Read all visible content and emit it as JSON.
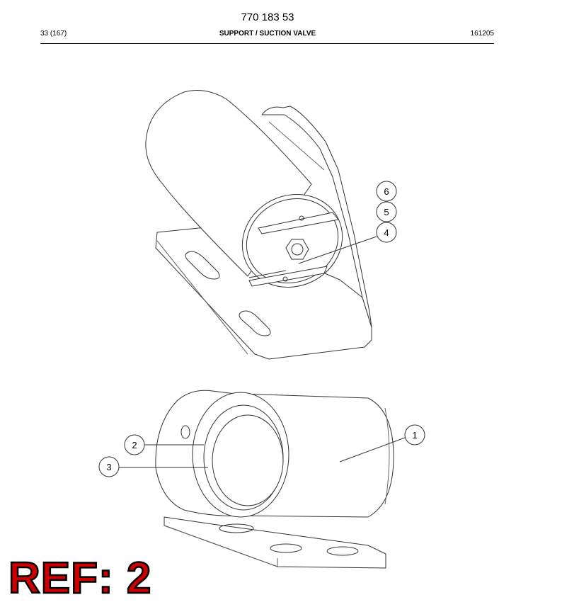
{
  "header": {
    "doc_number": "770 183 53",
    "page_ref": "33 (167)",
    "title": "SUPPORT / SUCTION VALVE",
    "date_code": "161205"
  },
  "callouts": [
    "1",
    "2",
    "3",
    "4",
    "5",
    "6"
  ],
  "ref_stamp": {
    "text": "REF: 2",
    "color": "#cc0000"
  }
}
